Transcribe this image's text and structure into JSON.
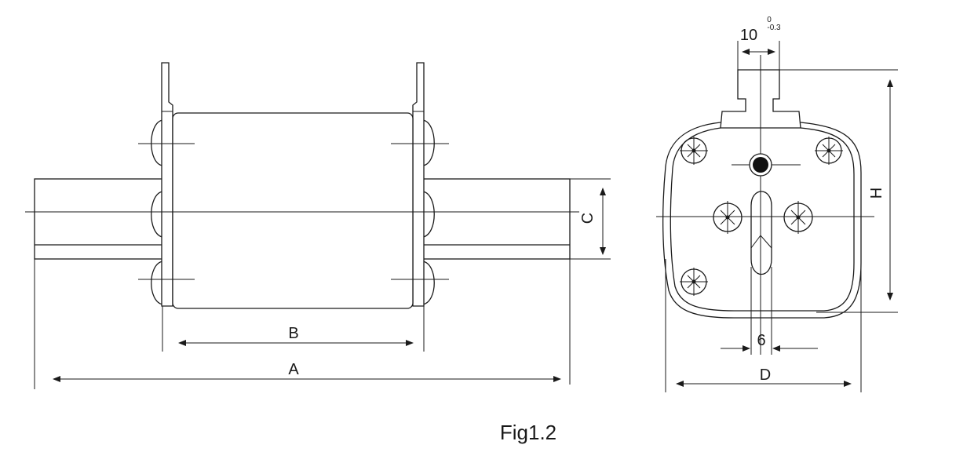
{
  "figure_caption": "Fig1.2",
  "dimensions": {
    "a": "A",
    "b": "B",
    "c": "C",
    "d": "D",
    "h": "H",
    "slot_width": "6",
    "tab_width": "10",
    "tab_tolerance_upper": "0",
    "tab_tolerance_lower": "-0.3"
  },
  "colors": {
    "line": "#1a1a1a",
    "background": "#ffffff"
  }
}
